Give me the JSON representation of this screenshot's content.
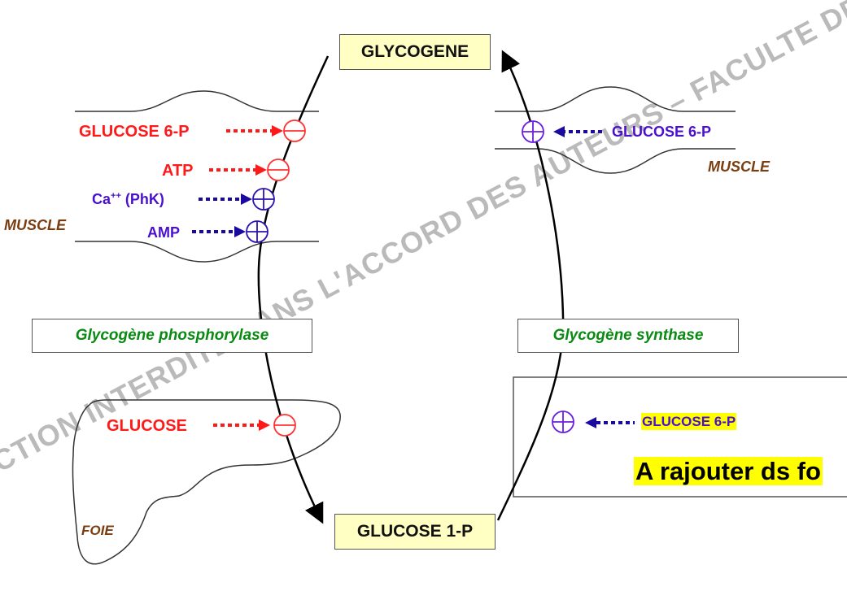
{
  "nodes": {
    "top": "GLYCOGENE",
    "bottom": "GLUCOSE 1-P"
  },
  "enzymes": {
    "left": "Glycogène phosphorylase",
    "right": "Glycogène synthase"
  },
  "tissues": {
    "muscle_left": "MUSCLE",
    "muscle_right": "MUSCLE",
    "liver": "FOIE"
  },
  "phosphorylase_muscle_effectors": [
    {
      "label": "GLUCOSE 6-P",
      "effect": "inhibition",
      "symbol": "minus-circle-icon",
      "color": "#ff1a1a"
    },
    {
      "label": "ATP",
      "effect": "inhibition",
      "symbol": "minus-circle-icon",
      "color": "#ff1a1a"
    },
    {
      "label": "Ca",
      "superscript": "++",
      "suffix": " (PhK)",
      "effect": "activation",
      "symbol": "plus-circle-icon",
      "color": "#4b0fcf"
    },
    {
      "label": "AMP",
      "effect": "activation",
      "symbol": "plus-circle-icon",
      "color": "#4b0fcf"
    }
  ],
  "phosphorylase_liver_effectors": [
    {
      "label": "GLUCOSE",
      "effect": "inhibition",
      "symbol": "minus-circle-icon",
      "color": "#ff1a1a"
    }
  ],
  "synthase_muscle_effectors": [
    {
      "label": "GLUCOSE 6-P",
      "effect": "activation",
      "symbol": "plus-circle-icon",
      "color": "#4b0fcf"
    }
  ],
  "synthase_liver_note": {
    "effector": "GLUCOSE 6-P",
    "effect": "activation",
    "note": "A rajouter ds fo"
  },
  "watermark": "UCTION INTERDITE SANS L'ACCORD DES AUTEURS – FACULTE DE MEDECIN",
  "colors": {
    "inhibitor": "#ff1a1a",
    "activator": "#4b0fcf",
    "arrow_blue": "#1a0aa0",
    "tissue": "#7a3d10",
    "enzyme": "#0a8a12",
    "node_fill": "#ffffc4",
    "highlight": "#ffff00"
  }
}
